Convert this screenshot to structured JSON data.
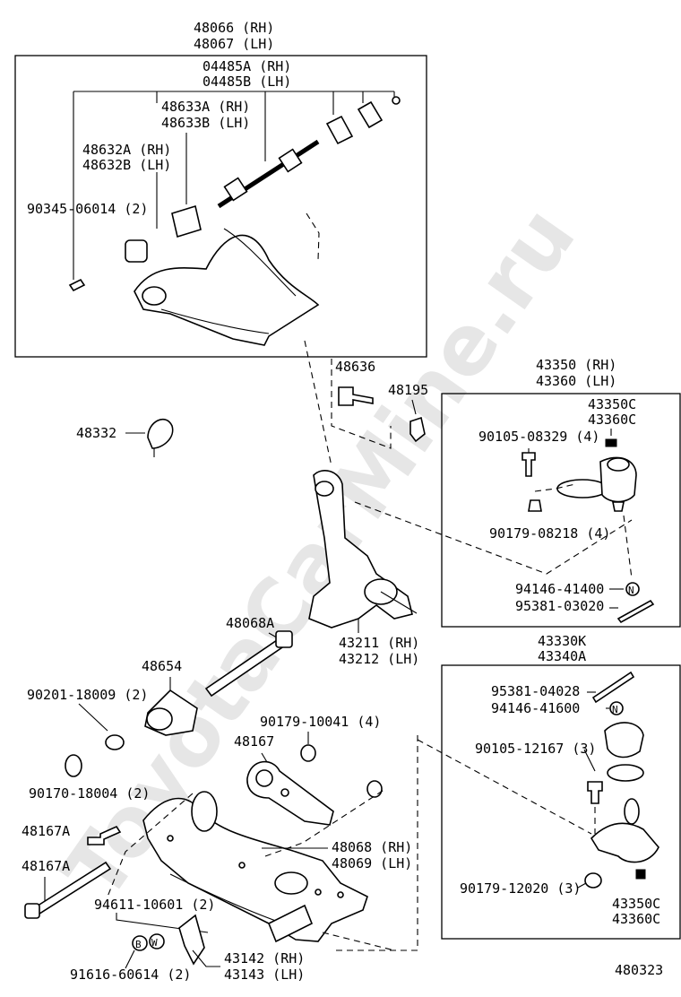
{
  "watermark": "ToyotaCarMine.ru",
  "labels": {
    "p48066": "48066 (RH)",
    "p48067": "48067 (LH)",
    "p04485A": "04485A (RH)",
    "p04485B": "04485B (LH)",
    "p48633A": "48633A (RH)",
    "p48633B": "48633B (LH)",
    "p48632A": "48632A (RH)",
    "p48632B": "48632B (LH)",
    "p90345": "90345-06014 (2)",
    "p48636": "48636",
    "p48195": "48195",
    "p48332": "48332",
    "p43350": "43350 (RH)",
    "p43360": "43360 (LH)",
    "p43350C": "43350C",
    "p43360C": "43360C",
    "p90105_08329": "90105-08329 (4)",
    "p90179_08218": "90179-08218 (4)",
    "p94146_41400": "94146-41400",
    "p95381_03020": "95381-03020",
    "p48068A": "48068A",
    "p43211": "43211 (RH)",
    "p43212": "43212 (LH)",
    "p43330K": "43330K",
    "p43340A": "43340A",
    "p48654": "48654",
    "p90201": "90201-18009 (2)",
    "p90179_10041": "90179-10041 (4)",
    "p48167": "48167",
    "p90170": "90170-18004 (2)",
    "p48167A_1": "48167A",
    "p48167A_2": "48167A",
    "p48068": "48068 (RH)",
    "p48069": "48069 (LH)",
    "p94611": "94611-10601 (2)",
    "p43142": "43142 (RH)",
    "p43143": "43143 (LH)",
    "p91616": "91616-60614 (2)",
    "p95381_04028": "95381-04028",
    "p94146_41600": "94146-41600",
    "p90105_12167": "90105-12167 (3)",
    "p90179_12020": "90179-12020 (3)",
    "p43350C_b": "43350C",
    "p43360C_b": "43360C",
    "diagram_no": "480323",
    "badge_b": "B",
    "badge_w": "W",
    "badge_n1": "N",
    "badge_n2": "N"
  }
}
